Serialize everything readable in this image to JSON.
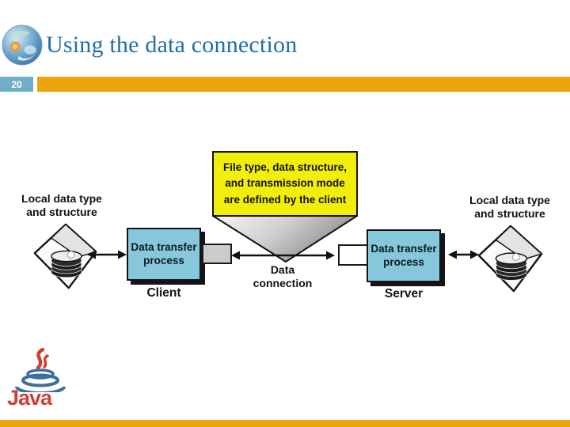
{
  "slide": {
    "title": "Using the data connection",
    "page_number": "20",
    "colors": {
      "accent_bar": "#eaa60b",
      "page_number_badge": "#72aec9",
      "title_text": "#1f6fa8",
      "callout_fill": "#f1ed0c",
      "process_box_fill": "#87c7db"
    }
  },
  "diagram": {
    "callout_text": "File type, data structure,\nand transmission mode\nare defined by the client",
    "left_storage_label": "Local data type\nand structure",
    "right_storage_label": "Local data type\nand structure",
    "client_process_label": "Data transfer\nprocess",
    "server_process_label": "Data transfer\nprocess",
    "client_label": "Client",
    "server_label": "Server",
    "connection_label": "Data\nconnection"
  },
  "footer": {
    "java_wordmark": "Java"
  },
  "icons": {
    "globe_logo": "globe-logo-icon",
    "database_left": "database-icon",
    "database_right": "database-icon",
    "java_cup": "java-cup-icon",
    "callout_pointer": "callout-pointer",
    "arrows": "double-arrow-icon"
  }
}
